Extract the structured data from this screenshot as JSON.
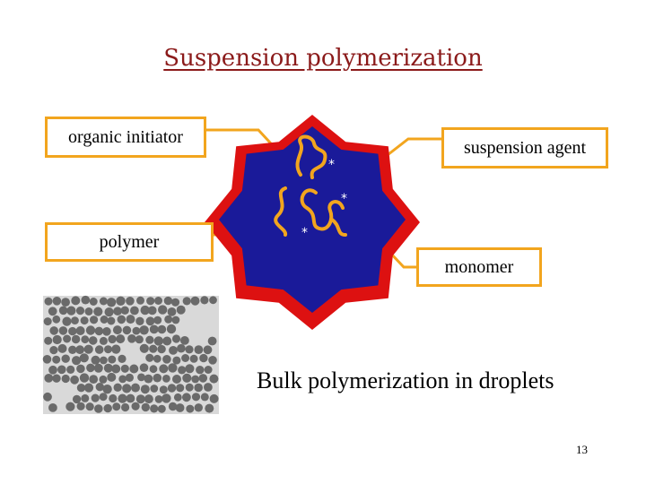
{
  "slide": {
    "title": "Suspension polymerization",
    "labels": {
      "initiator": "organic initiator",
      "agent": "suspension agent",
      "polymer": "polymer",
      "monomer": "monomer"
    },
    "caption": "Bulk polymerization in droplets",
    "page_number": "13"
  },
  "colors": {
    "title": "#8b1a1a",
    "callout_border": "#f2a51e",
    "star_outer": "#dd1111",
    "star_inner": "#1a1a99",
    "chain": "#f2a51e"
  },
  "icons": [
    "droplet-star-illustration",
    "bead-micrograph-image"
  ]
}
